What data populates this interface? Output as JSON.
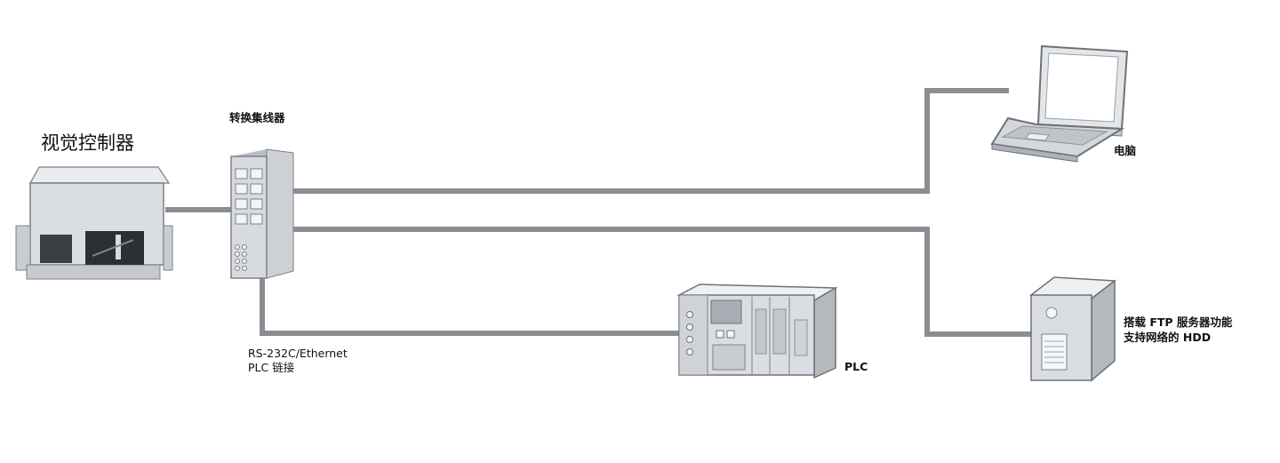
{
  "nodes": {
    "vision_controller": {
      "label": "视觉控制器"
    },
    "switching_hub": {
      "label": "转换集线器"
    },
    "computer": {
      "label": "电脑"
    },
    "ftp_hdd": {
      "label_line1": "搭载 FTP 服务器功能",
      "label_line2": "支持网络的 HDD"
    },
    "plc": {
      "label": "PLC"
    }
  },
  "links": {
    "plc_link": {
      "label_line1": "RS-232C/Ethernet",
      "label_line2": "PLC 链接"
    }
  },
  "colors": {
    "cable": "#8a8d91",
    "device_fill": "#d9dde1",
    "device_stroke": "#6d7278",
    "text": "#111111"
  }
}
